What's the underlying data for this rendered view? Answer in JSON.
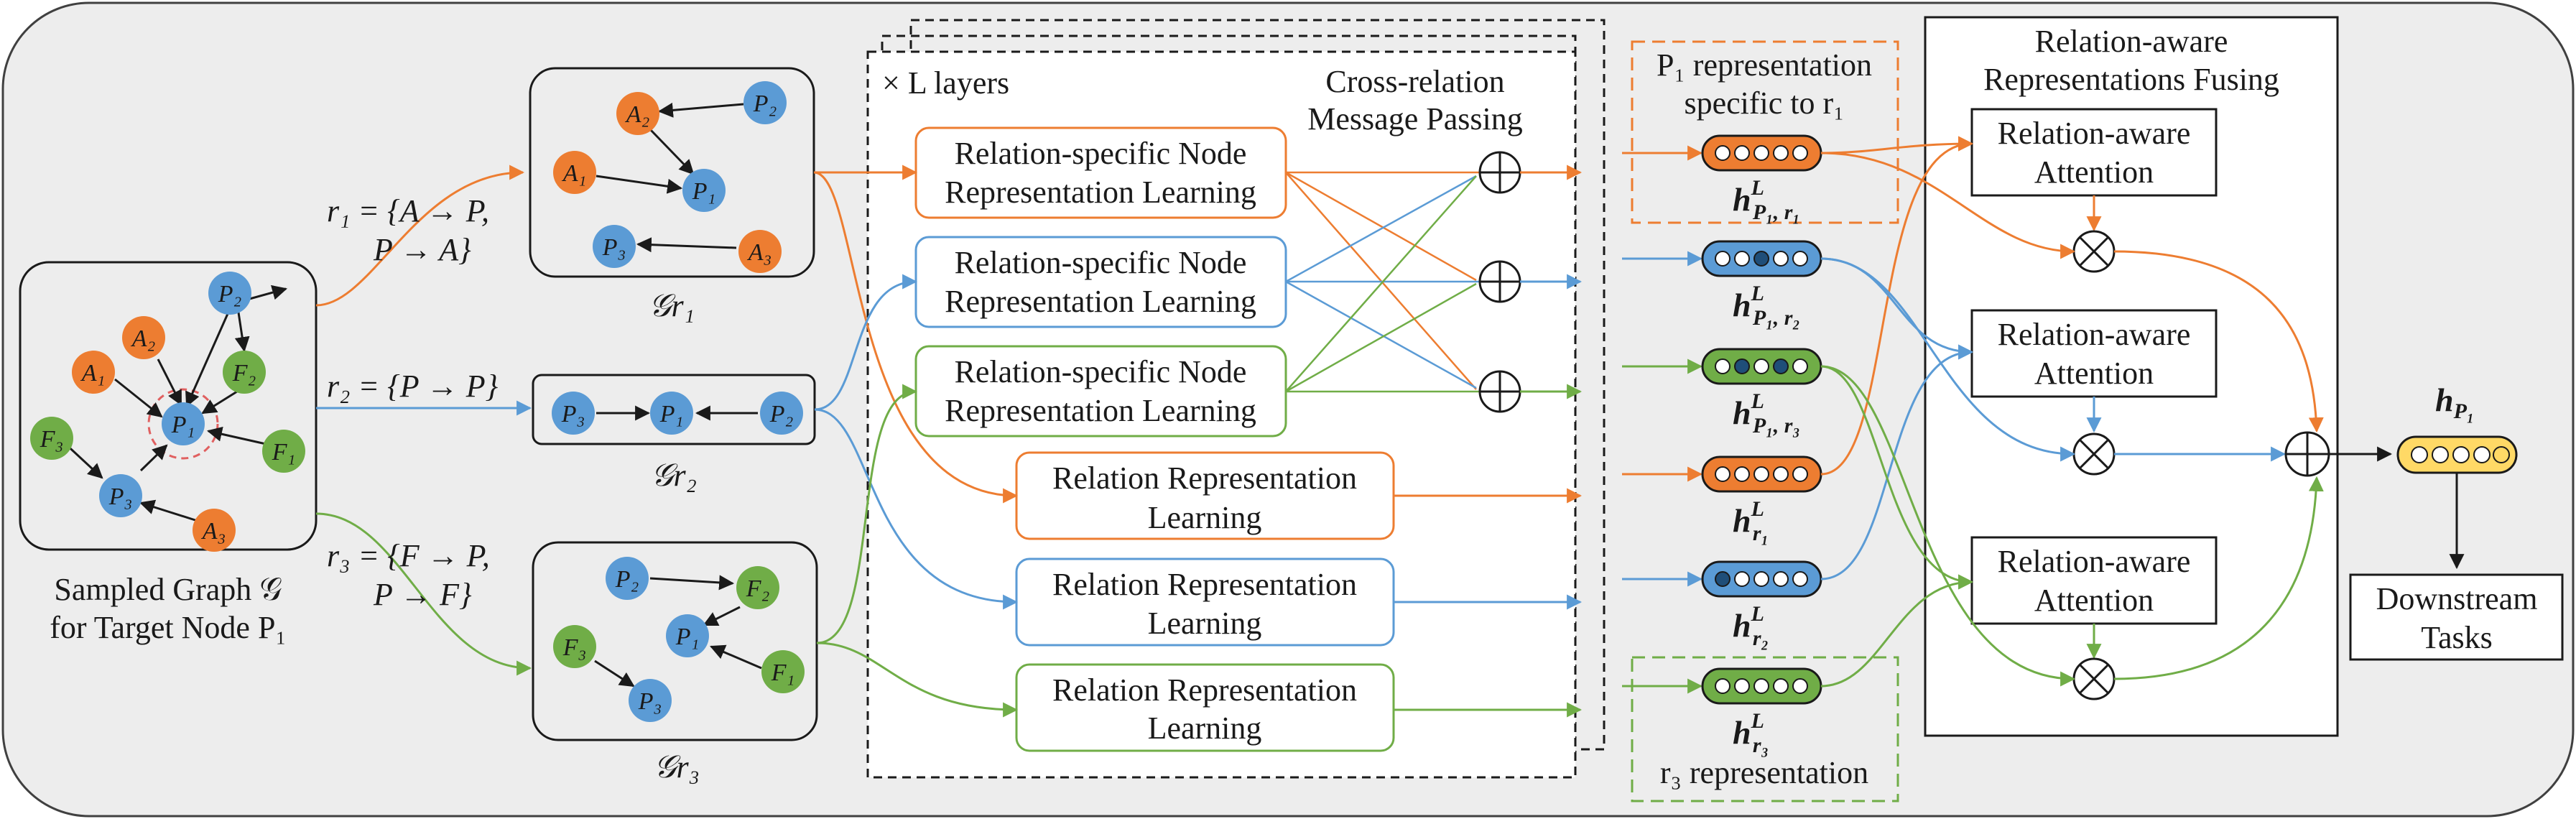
{
  "colors": {
    "orange": "#ED7D31",
    "blue": "#5B9BD5",
    "green": "#70AD47",
    "yellow": "#FFD966",
    "background": "#EDEDED",
    "dark": "#1a1a1a",
    "red_dash": "#E06060"
  },
  "sampled_graph": {
    "caption_line1": "Sampled Graph 𝒢",
    "caption_line2": "for Target Node P₁"
  },
  "relations": [
    {
      "id": "r1",
      "line1": "r₁ = {A → P,",
      "line2": "P → A}",
      "subgraph_label": "𝒢r₁"
    },
    {
      "id": "r2",
      "line1": "r₂ = {P → P}",
      "line2": "",
      "subgraph_label": "𝒢r₂"
    },
    {
      "id": "r3",
      "line1": "r₃ = {F → P,",
      "line2": "P → F}",
      "subgraph_label": "𝒢r₃"
    }
  ],
  "layers_label": "× L layers",
  "cross_relation": {
    "line1": "Cross-relation",
    "line2": "Message Passing"
  },
  "modules": {
    "node_learning": {
      "line1": "Relation-specific Node",
      "line2": "Representation Learning"
    },
    "relation_learning": {
      "line1": "Relation Representation",
      "line2": "Learning"
    }
  },
  "annotations": {
    "p1_specific": {
      "line1": "P₁ representation",
      "line2": "specific to r₁"
    },
    "r3_representation": "r₃ representation"
  },
  "vectors": [
    {
      "id": "hP1r1",
      "label": "h",
      "sup": "L",
      "sub": "P₁, r₁",
      "color": "orange"
    },
    {
      "id": "hP1r2",
      "label": "h",
      "sup": "L",
      "sub": "P₁, r₂",
      "color": "blue"
    },
    {
      "id": "hP1r3",
      "label": "h",
      "sup": "L",
      "sub": "P₁, r₃",
      "color": "green"
    },
    {
      "id": "hr1",
      "label": "h",
      "sup": "L",
      "sub": "r₁",
      "color": "orange"
    },
    {
      "id": "hr2",
      "label": "h",
      "sup": "L",
      "sub": "r₂",
      "color": "blue"
    },
    {
      "id": "hr3",
      "label": "h",
      "sup": "L",
      "sub": "r₃",
      "color": "green"
    }
  ],
  "fusing": {
    "title_line1": "Relation-aware",
    "title_line2": "Representations Fusing",
    "attention_line1": "Relation-aware",
    "attention_line2": "Attention"
  },
  "output": {
    "label": "h",
    "sub": "P₁",
    "downstream_line1": "Downstream",
    "downstream_line2": "Tasks"
  },
  "graph_nodes": {
    "A1": "A₁",
    "A2": "A₂",
    "A3": "A₃",
    "P1": "P₁",
    "P2": "P₂",
    "P3": "P₃",
    "F1": "F₁",
    "F2": "F₂",
    "F3": "F₃"
  }
}
